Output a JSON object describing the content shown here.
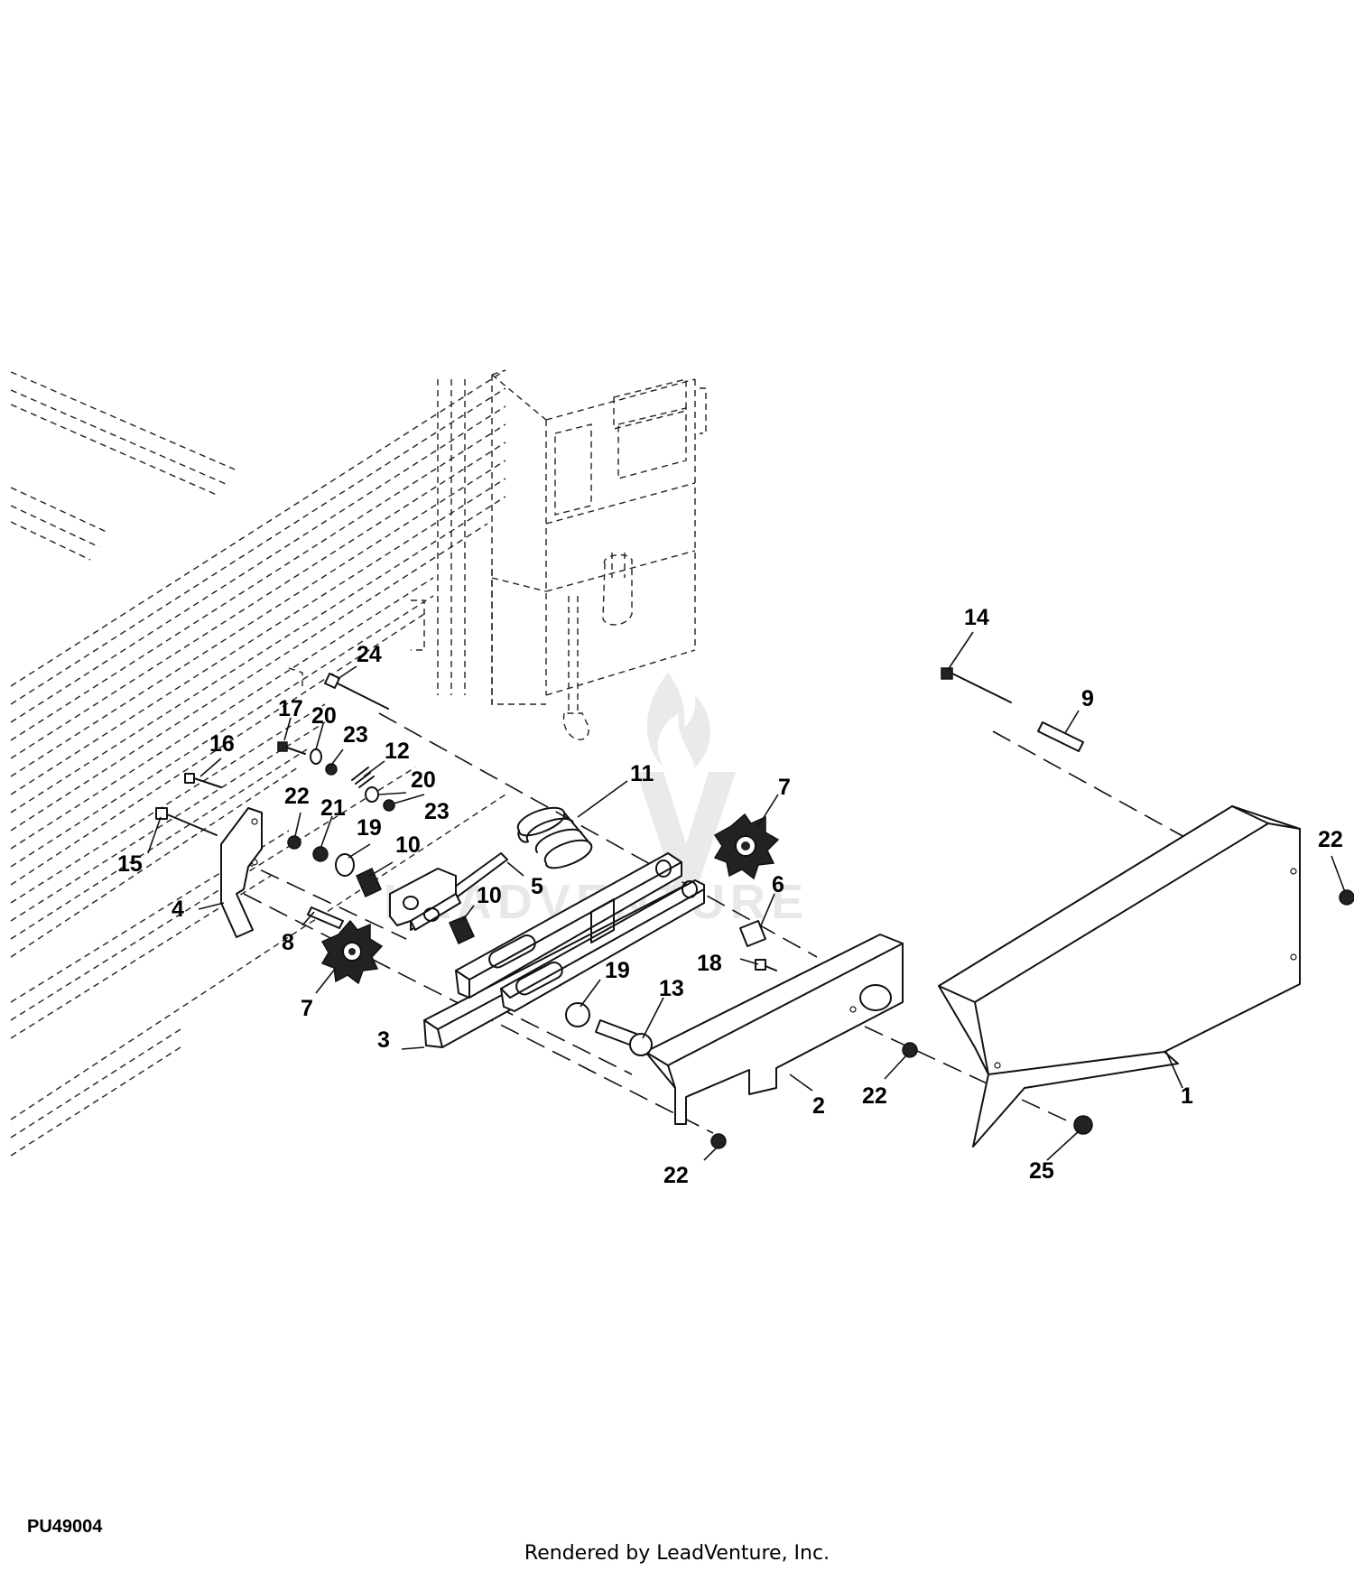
{
  "diagram_code": "PU49004",
  "credit": "Rendered by LeadVenture, Inc.",
  "watermark": "LEADVENTURE",
  "callouts": [
    {
      "id": "c24",
      "label": "24"
    },
    {
      "id": "c17",
      "label": "17"
    },
    {
      "id": "c20a",
      "label": "20"
    },
    {
      "id": "c23a",
      "label": "23"
    },
    {
      "id": "c12",
      "label": "12"
    },
    {
      "id": "c16",
      "label": "16"
    },
    {
      "id": "c22a",
      "label": "22"
    },
    {
      "id": "c21",
      "label": "21"
    },
    {
      "id": "c20b",
      "label": "20"
    },
    {
      "id": "c23b",
      "label": "23"
    },
    {
      "id": "c19a",
      "label": "19"
    },
    {
      "id": "c10a",
      "label": "10"
    },
    {
      "id": "c11",
      "label": "11"
    },
    {
      "id": "c7a",
      "label": "7"
    },
    {
      "id": "c15",
      "label": "15"
    },
    {
      "id": "c5",
      "label": "5"
    },
    {
      "id": "c10b",
      "label": "10"
    },
    {
      "id": "c4",
      "label": "4"
    },
    {
      "id": "c6",
      "label": "6"
    },
    {
      "id": "c8",
      "label": "8"
    },
    {
      "id": "c18",
      "label": "18"
    },
    {
      "id": "c19b",
      "label": "19"
    },
    {
      "id": "c13",
      "label": "13"
    },
    {
      "id": "c7b",
      "label": "7"
    },
    {
      "id": "c3",
      "label": "3"
    },
    {
      "id": "c2",
      "label": "2"
    },
    {
      "id": "c22b",
      "label": "22"
    },
    {
      "id": "c22c",
      "label": "22"
    },
    {
      "id": "c14",
      "label": "14"
    },
    {
      "id": "c9",
      "label": "9"
    },
    {
      "id": "c22d",
      "label": "22"
    },
    {
      "id": "c1",
      "label": "1"
    },
    {
      "id": "c25",
      "label": "25"
    }
  ]
}
